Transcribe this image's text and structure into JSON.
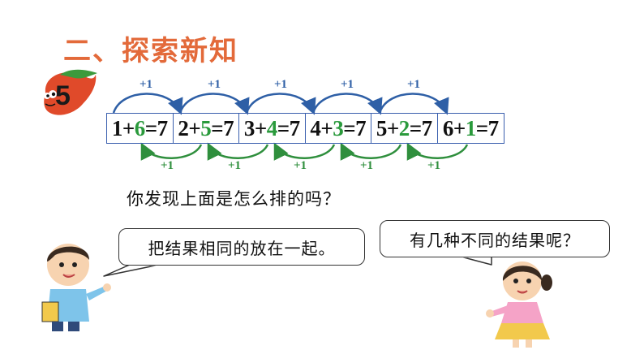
{
  "section": {
    "title": "二、探索新知"
  },
  "problem": {
    "number": "5"
  },
  "arrows": {
    "top": [
      "+1",
      "+1",
      "+1",
      "+1",
      "+1"
    ],
    "bottom": [
      "+1",
      "+1",
      "+1",
      "+1",
      "+1"
    ]
  },
  "equations": [
    {
      "a": "1",
      "op": "+",
      "b": "6",
      "eq": "=7"
    },
    {
      "a": "2",
      "op": "+",
      "b": "5",
      "eq": "=7"
    },
    {
      "a": "3",
      "op": "+",
      "b": "4",
      "eq": "=7"
    },
    {
      "a": "4",
      "op": "+",
      "b": "3",
      "eq": "=7"
    },
    {
      "a": "5",
      "op": "+",
      "b": "2",
      "eq": "=7"
    },
    {
      "a": "6",
      "op": "+",
      "b": "1",
      "eq": "=7"
    }
  ],
  "question": "你发现上面是怎么排的吗？",
  "speech": {
    "boy": "把结果相同的放在一起。",
    "girl": "有几种不同的结果呢？"
  },
  "colors": {
    "title": "#e36a3a",
    "top_arrow": "#2e5fa6",
    "bottom_arrow": "#2f8f3d",
    "highlight_number": "#2a9a3c",
    "box_border": "#3a5fae"
  }
}
